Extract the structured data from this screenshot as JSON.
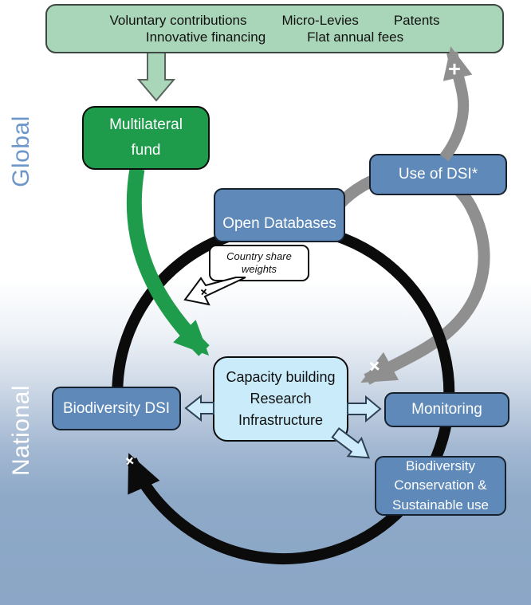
{
  "colors": {
    "light_green": "#A9D6B8",
    "dark_green": "#1F9C4B",
    "node_blue": "#5E89B8",
    "light_blue": "#C9EBFA",
    "gray_arrow": "#8F8F8F",
    "black_arrow": "#0B0B0B",
    "background_blue": "#8BA6C6",
    "global_label_blue": "#6D96C9"
  },
  "scope_labels": {
    "global": "Global",
    "national": "National"
  },
  "funding_box": {
    "row1": [
      "Voluntary contributions",
      "Micro-Levies",
      "Patents"
    ],
    "row2": [
      "Innovative financing",
      "Flat annual fees"
    ]
  },
  "nodes": {
    "multilateral_fund": {
      "line1": "Multilateral",
      "line2": "fund"
    },
    "use_of_dsi": {
      "label": "Use of DSI*"
    },
    "open_databases": {
      "label": "Open Databases"
    },
    "capacity": {
      "line1": "Capacity building",
      "line2": "Research",
      "line3": "Infrastructure"
    },
    "biodiversity_dsi": {
      "label": "Biodiversity DSI"
    },
    "monitoring": {
      "label": "Monitoring"
    },
    "conservation": {
      "line1": "Biodiversity",
      "line2": "Conservation &",
      "line3": "Sustainable use"
    }
  },
  "callout": {
    "line1": "Country share",
    "line2": "weights"
  },
  "symbols": {
    "plus": "+"
  }
}
